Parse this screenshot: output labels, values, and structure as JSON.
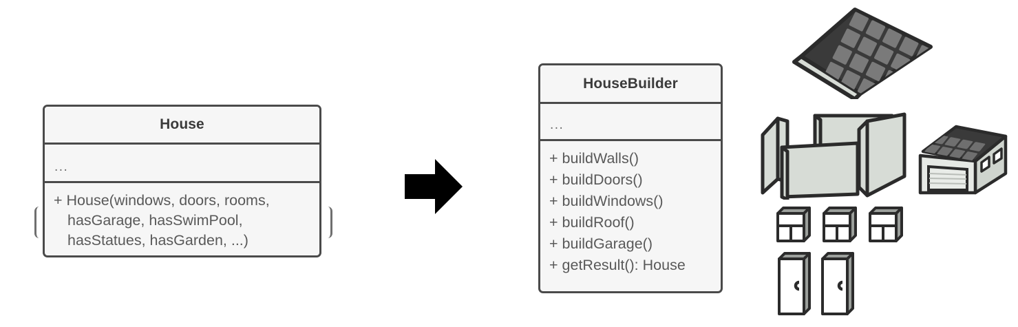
{
  "diagram": {
    "title": "Builder pattern UML: House and HouseBuilder",
    "colors": {
      "box_fill": "#f6f6f6",
      "box_border": "#4a4a4a",
      "title_text": "#3b3b3b",
      "member_text": "#595959",
      "arrow": "#000000",
      "background": "#ffffff",
      "part_fill": "#d7dcd6",
      "part_outline": "#2b2b2b",
      "roof_tile": "#7a7a7a",
      "roof_mortar": "#3a3a3a"
    },
    "classes": [
      {
        "id": "house",
        "name": "House",
        "attributes_placeholder": "...",
        "operations": [
          "+ House(windows, doors, rooms,",
          "hasGarage, hasSwimPool,",
          "hasStatues, hasGarden, ...)"
        ]
      },
      {
        "id": "housebuilder",
        "name": "HouseBuilder",
        "attributes_placeholder": "...",
        "operations": [
          "+ buildWalls()",
          "+ buildDoors()",
          "+ buildWindows()",
          "+ buildRoof()",
          "+ buildGarage()",
          "+ getResult(): House"
        ]
      }
    ],
    "arrow": {
      "name": "transformation-arrow",
      "direction": "right"
    },
    "illustrations": [
      {
        "id": "roof",
        "label": "roof panel",
        "count": 1
      },
      {
        "id": "walls",
        "label": "wall panels",
        "count": 4
      },
      {
        "id": "garage",
        "label": "garage",
        "count": 1
      },
      {
        "id": "windows",
        "label": "windows",
        "count": 3
      },
      {
        "id": "doors",
        "label": "doors",
        "count": 2
      }
    ]
  }
}
